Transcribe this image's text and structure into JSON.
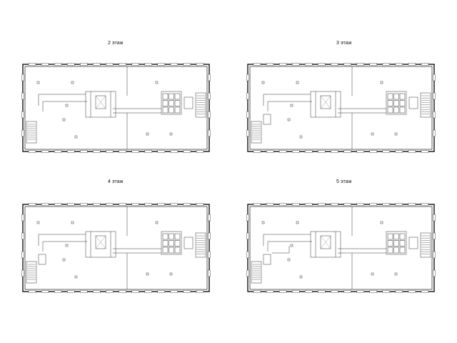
{
  "floors": [
    {
      "title": "2 этаж"
    },
    {
      "title": "3 этаж"
    },
    {
      "title": "4 этаж"
    },
    {
      "title": "5 этаж"
    }
  ]
}
